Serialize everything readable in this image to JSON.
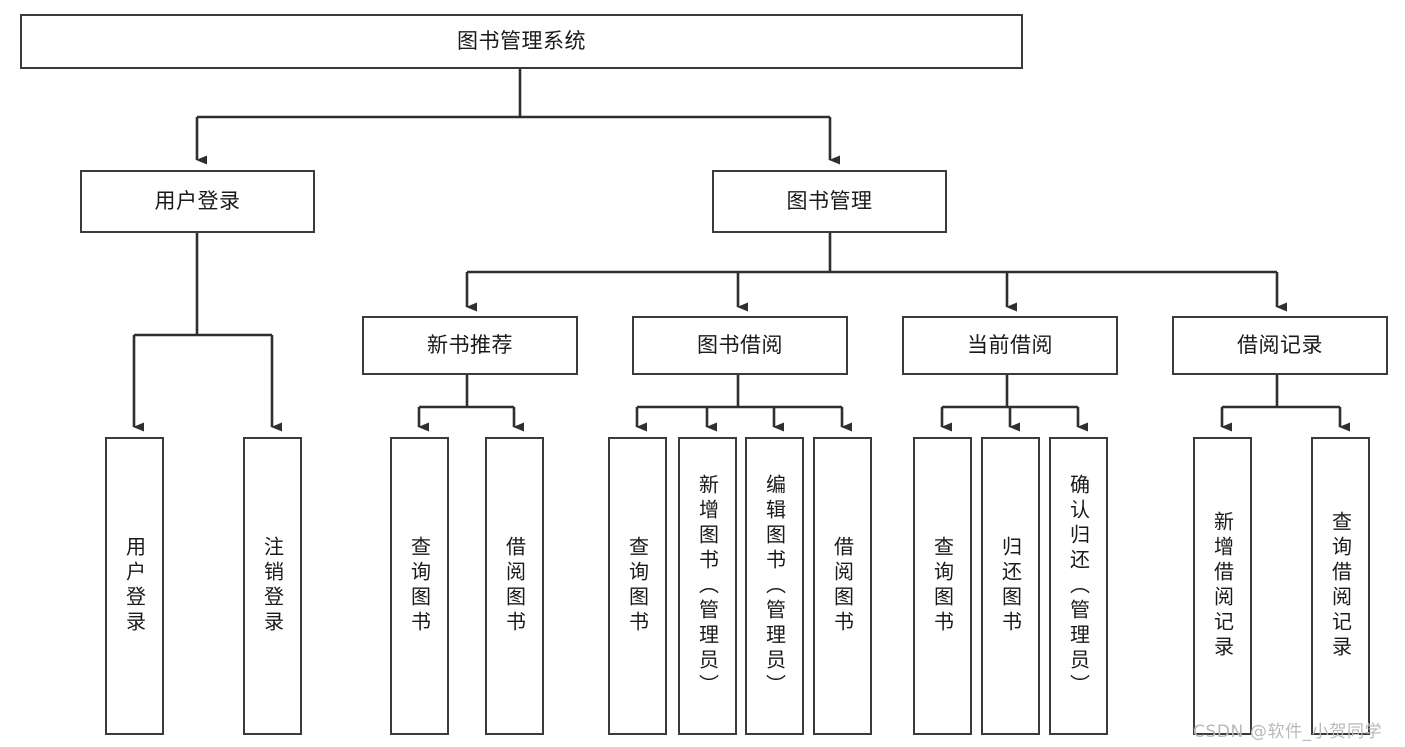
{
  "diagram": {
    "type": "hierarchy-tree",
    "title": "图书管理系统",
    "orientation": "top-down",
    "colors": {
      "box_border": "#3b3b3f",
      "box_fill": "#ffffff",
      "connector": "#2f2f33",
      "text": "#1a1a1a",
      "watermark": "#b9b9bd"
    },
    "nodes": {
      "root": {
        "label": "图书管理系统"
      },
      "level2": [
        {
          "label": "用户登录"
        },
        {
          "label": "图书管理"
        }
      ],
      "level3": [
        {
          "label": "新书推荐"
        },
        {
          "label": "图书借阅"
        },
        {
          "label": "当前借阅"
        },
        {
          "label": "借阅记录"
        }
      ],
      "leaves": {
        "user_login": [
          {
            "label": "用户登录"
          },
          {
            "label": "注销登录"
          }
        ],
        "new_book_recommend": [
          {
            "label": "查询图书"
          },
          {
            "label": "借阅图书"
          }
        ],
        "book_borrow": [
          {
            "label": "查询图书"
          },
          {
            "label": "新增图书（管理员）"
          },
          {
            "label": "编辑图书（管理员）"
          },
          {
            "label": "借阅图书"
          }
        ],
        "current_borrow": [
          {
            "label": "查询图书"
          },
          {
            "label": "归还图书"
          },
          {
            "label": "确认归还（管理员）"
          }
        ],
        "borrow_record": [
          {
            "label": "新增借阅记录"
          },
          {
            "label": "查询借阅记录"
          }
        ]
      }
    },
    "watermark": "CSDN @软件_小贺同学"
  }
}
